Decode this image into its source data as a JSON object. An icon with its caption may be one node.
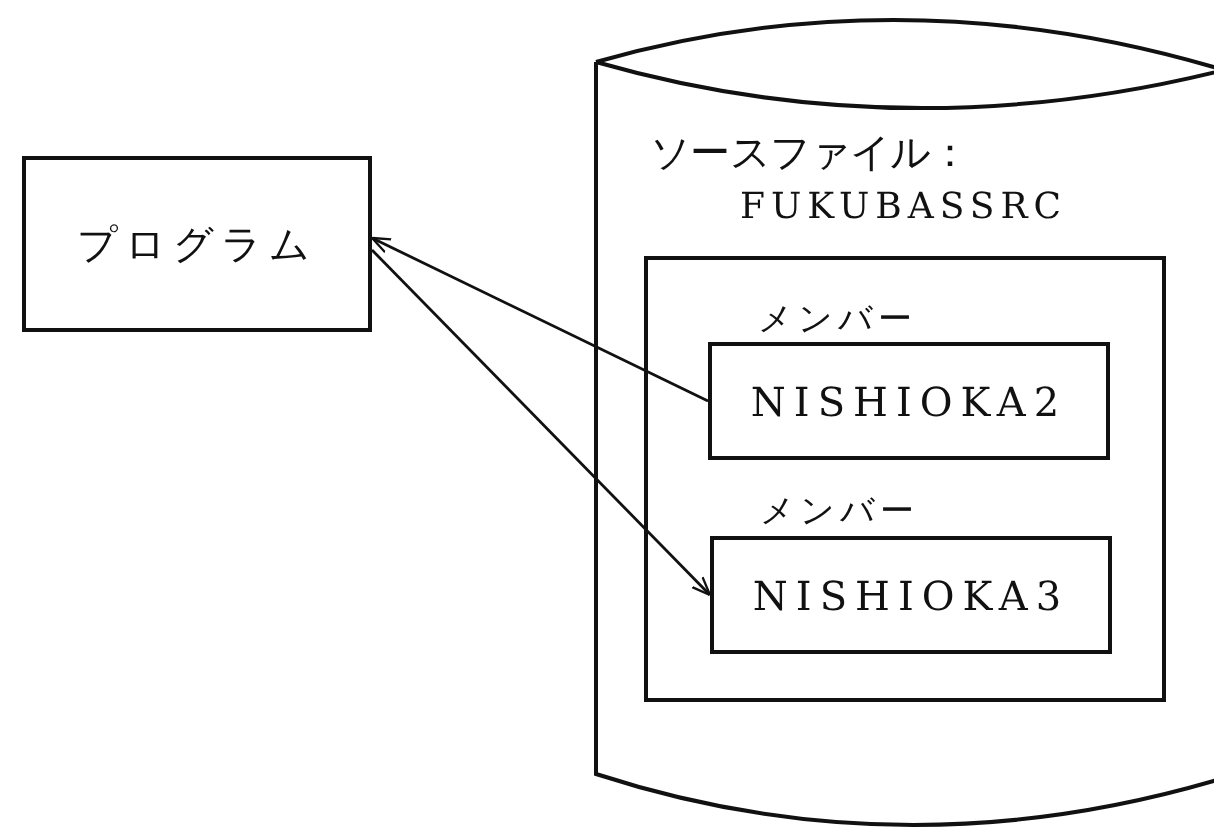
{
  "diagram": {
    "nodes": [
      {
        "text": [
          "プログラム"
        ]
      },
      {
        "text": [
          "ソースファイル：",
          "FUKUBASSRC"
        ]
      },
      {
        "text": [],
        "shape": "box",
        "in": 1
      },
      {
        "text": [
          "メンバー",
          "NISHIOKA2"
        ],
        "in": 2
      },
      {
        "text": [
          "メンバー",
          "NISHIOKA3"
        ],
        "in": 2
      }
    ],
    "edges": [
      {
        "from": 3,
        "to": 0,
        "arrow": "to"
      },
      {
        "from": 0,
        "to": 4,
        "arrow": "to"
      }
    ]
  }
}
